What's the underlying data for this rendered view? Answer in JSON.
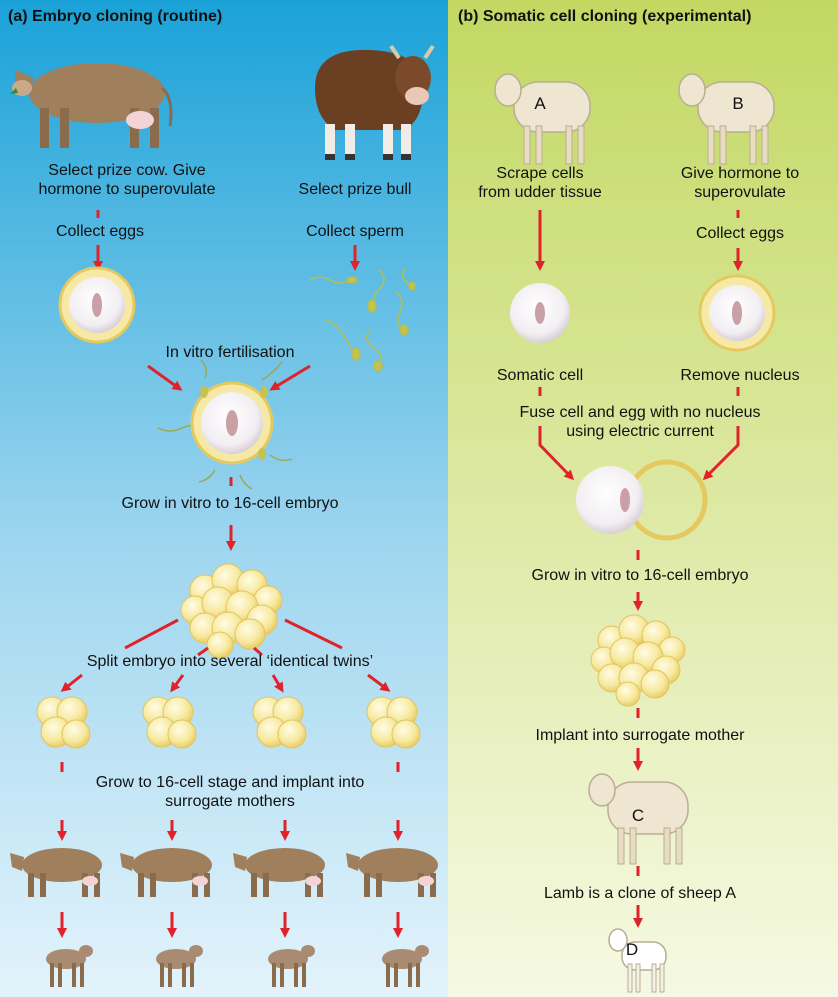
{
  "colors": {
    "panel_a_top": "#1aa2d8",
    "panel_a_bottom": "#dff1fb",
    "panel_b_top": "#c9dc6b",
    "panel_b_bottom": "#f4f8de",
    "arrow": "#e0222a",
    "cow": "#9a7b5b",
    "bull": "#6b3f22",
    "egg_ring": "#e6c95e",
    "cell": "#f5e79a",
    "sheep": "#efe6d2"
  },
  "panel_a": {
    "title": "(a) Embryo cloning (routine)",
    "select_cow": "Select prize cow. Give",
    "select_cow_2": "hormone to superovulate",
    "select_bull": "Select prize bull",
    "collect_eggs": "Collect eggs",
    "collect_sperm": "Collect sperm",
    "ivf": "In vitro fertilisation",
    "grow": "Grow in vitro to 16-cell embryo",
    "split": "Split embryo into several ‘identical twins’",
    "implant_1": "Grow to 16-cell stage and implant into",
    "implant_2": "surrogate mothers"
  },
  "panel_b": {
    "title": "(b) Somatic cell cloning (experimental)",
    "scrape_1": "Scrape cells",
    "scrape_2": "from udder tissue",
    "hormone_1": "Give hormone to",
    "hormone_2": "superovulate",
    "collect_eggs": "Collect eggs",
    "somatic": "Somatic cell",
    "remove": "Remove nucleus",
    "fuse_1": "Fuse cell and egg with no nucleus",
    "fuse_2": "using electric current",
    "grow": "Grow in vitro to 16-cell embryo",
    "implant": "Implant into surrogate mother",
    "lamb": "Lamb is a clone of sheep A",
    "sheep_a": "A",
    "sheep_b": "B",
    "sheep_c": "C",
    "sheep_d": "D"
  }
}
